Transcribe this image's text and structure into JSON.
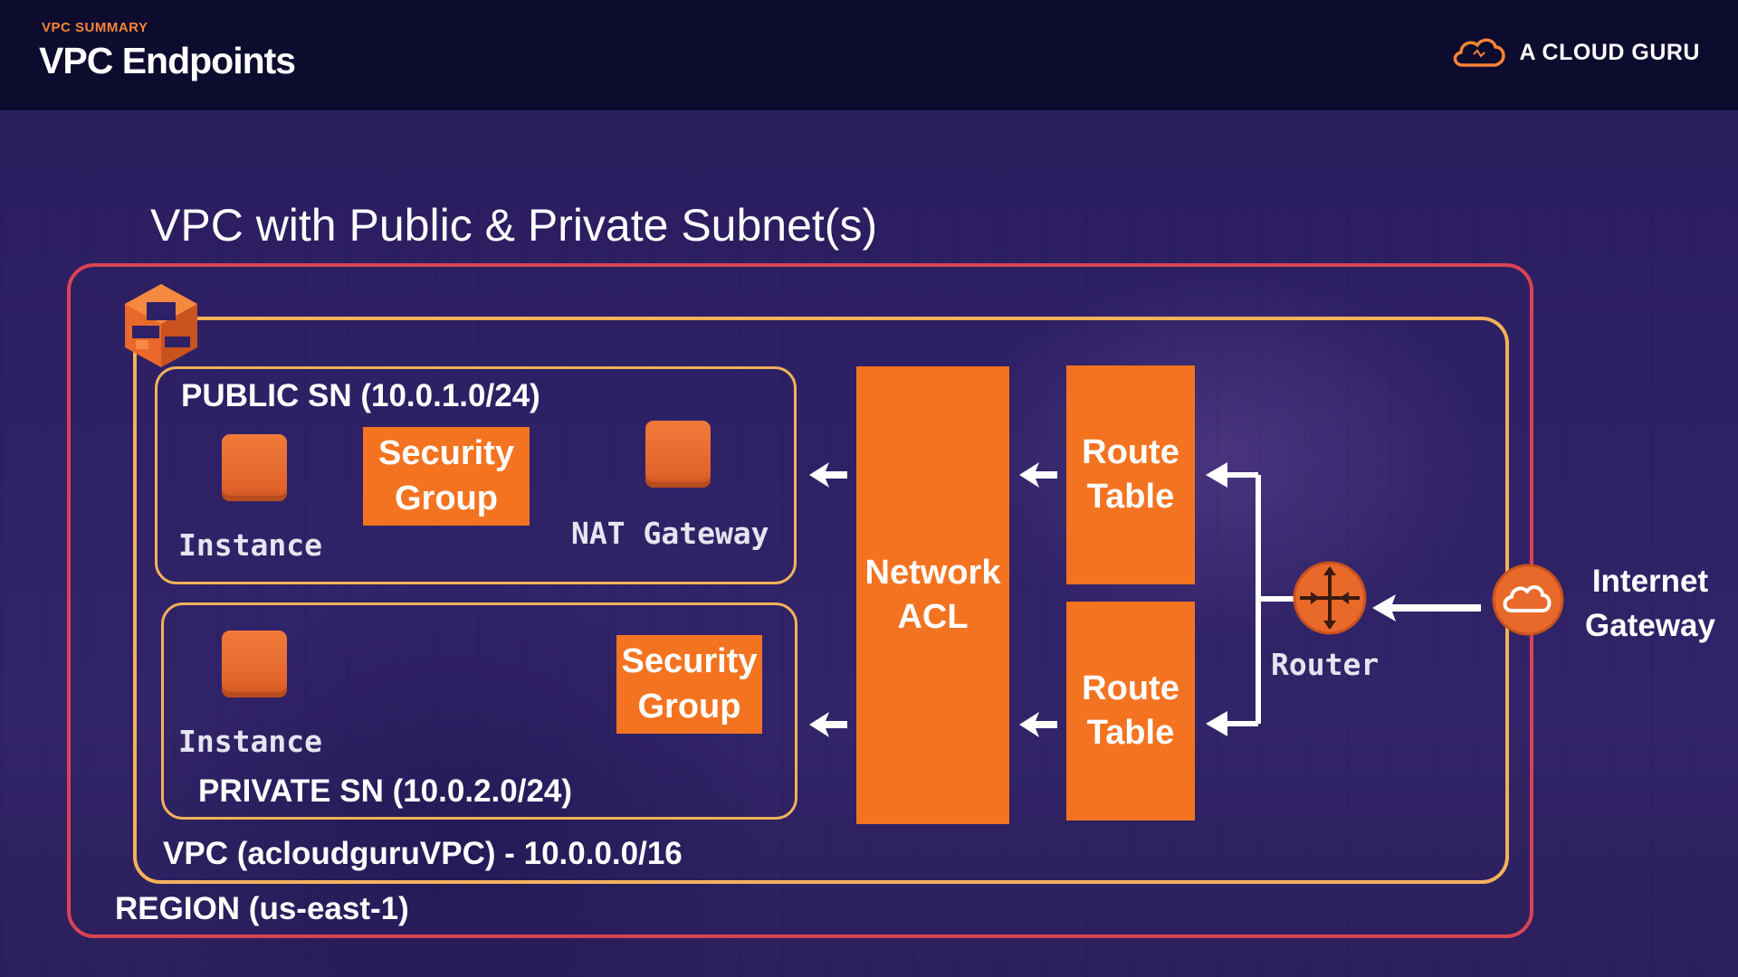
{
  "header": {
    "eyebrow": "VPC SUMMARY",
    "title": "VPC Endpoints",
    "brand": "A CLOUD GURU"
  },
  "diagram": {
    "title": "VPC with Public & Private Subnet(s)",
    "region_label": "REGION (us-east-1)",
    "vpc_label": "VPC (acloudguruVPC) - 10.0.0.0/16",
    "public_subnet": {
      "label": "PUBLIC SN (10.0.1.0/24)",
      "instance_label": "Instance",
      "security_group": [
        "Security",
        "Group"
      ],
      "nat_gateway_label": "NAT Gateway"
    },
    "private_subnet": {
      "label": "PRIVATE SN (10.0.2.0/24)",
      "instance_label": "Instance",
      "security_group": [
        "Security",
        "Group"
      ]
    },
    "network_acl": [
      "Network",
      "ACL"
    ],
    "route_table_top": [
      "Route",
      "Table"
    ],
    "route_table_bottom": [
      "Route",
      "Table"
    ],
    "router_label": "Router",
    "internet_gateway": [
      "Internet",
      "Gateway"
    ]
  },
  "colors": {
    "accent": "#f47321",
    "region_border": "#d84354",
    "vpc_border": "#f2b25a",
    "background": "#120b3a"
  }
}
